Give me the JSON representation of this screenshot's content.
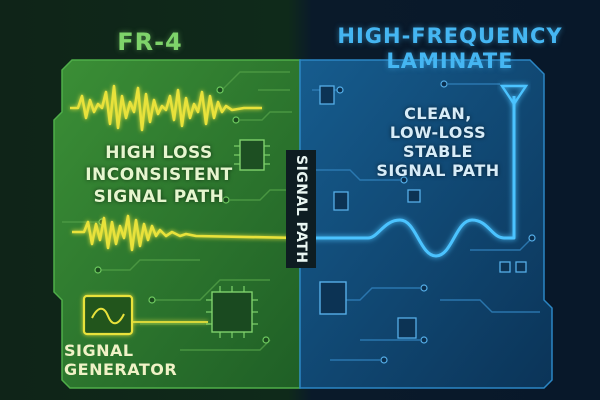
{
  "left_panel": {
    "title": "FR-4",
    "description_lines": [
      "HIGH LOSS",
      "INCONSISTENT",
      "SIGNAL PATH"
    ],
    "generator_lines": [
      "SIGNAL",
      "GENERATOR"
    ]
  },
  "right_panel": {
    "title_lines": [
      "HIGH-FREQUENCY",
      "LAMINATE"
    ],
    "description_lines": [
      "CLEAN,",
      "LOW-LOSS",
      "STABLE",
      "SIGNAL PATH"
    ]
  },
  "divider": {
    "label": "SIGNAL PATH"
  },
  "colors": {
    "fr4_board": "#2c7a2e",
    "laminate_board": "#114a78",
    "noisy_signal": "#e8e23a",
    "clean_signal": "#4cc3ff",
    "divider_glow": "#4cc3ff"
  },
  "icons": [
    "antenna-icon",
    "signal-generator-icon",
    "chip-icon"
  ]
}
